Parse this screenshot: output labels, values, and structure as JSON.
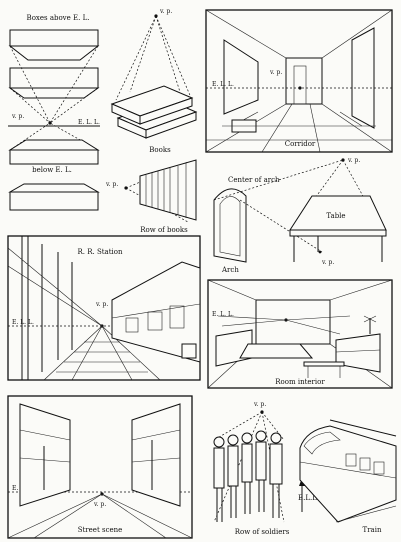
{
  "labels": {
    "boxes_above": "Boxes above E. L.",
    "vp": "v. p.",
    "ell": "E. L. L.",
    "below_el": "below E. L.",
    "books": "Books",
    "row_of_books": "Row of books",
    "corridor": "Corridor",
    "center_of_arch": "Center of arch",
    "table": "Table",
    "arch": "Arch",
    "rr_station": "R. R. Station",
    "room_interior": "Room interior",
    "street_scene": "Street scene",
    "row_of_soldiers": "Row of soldiers",
    "train": "Train",
    "eli": "E.L.L."
  }
}
